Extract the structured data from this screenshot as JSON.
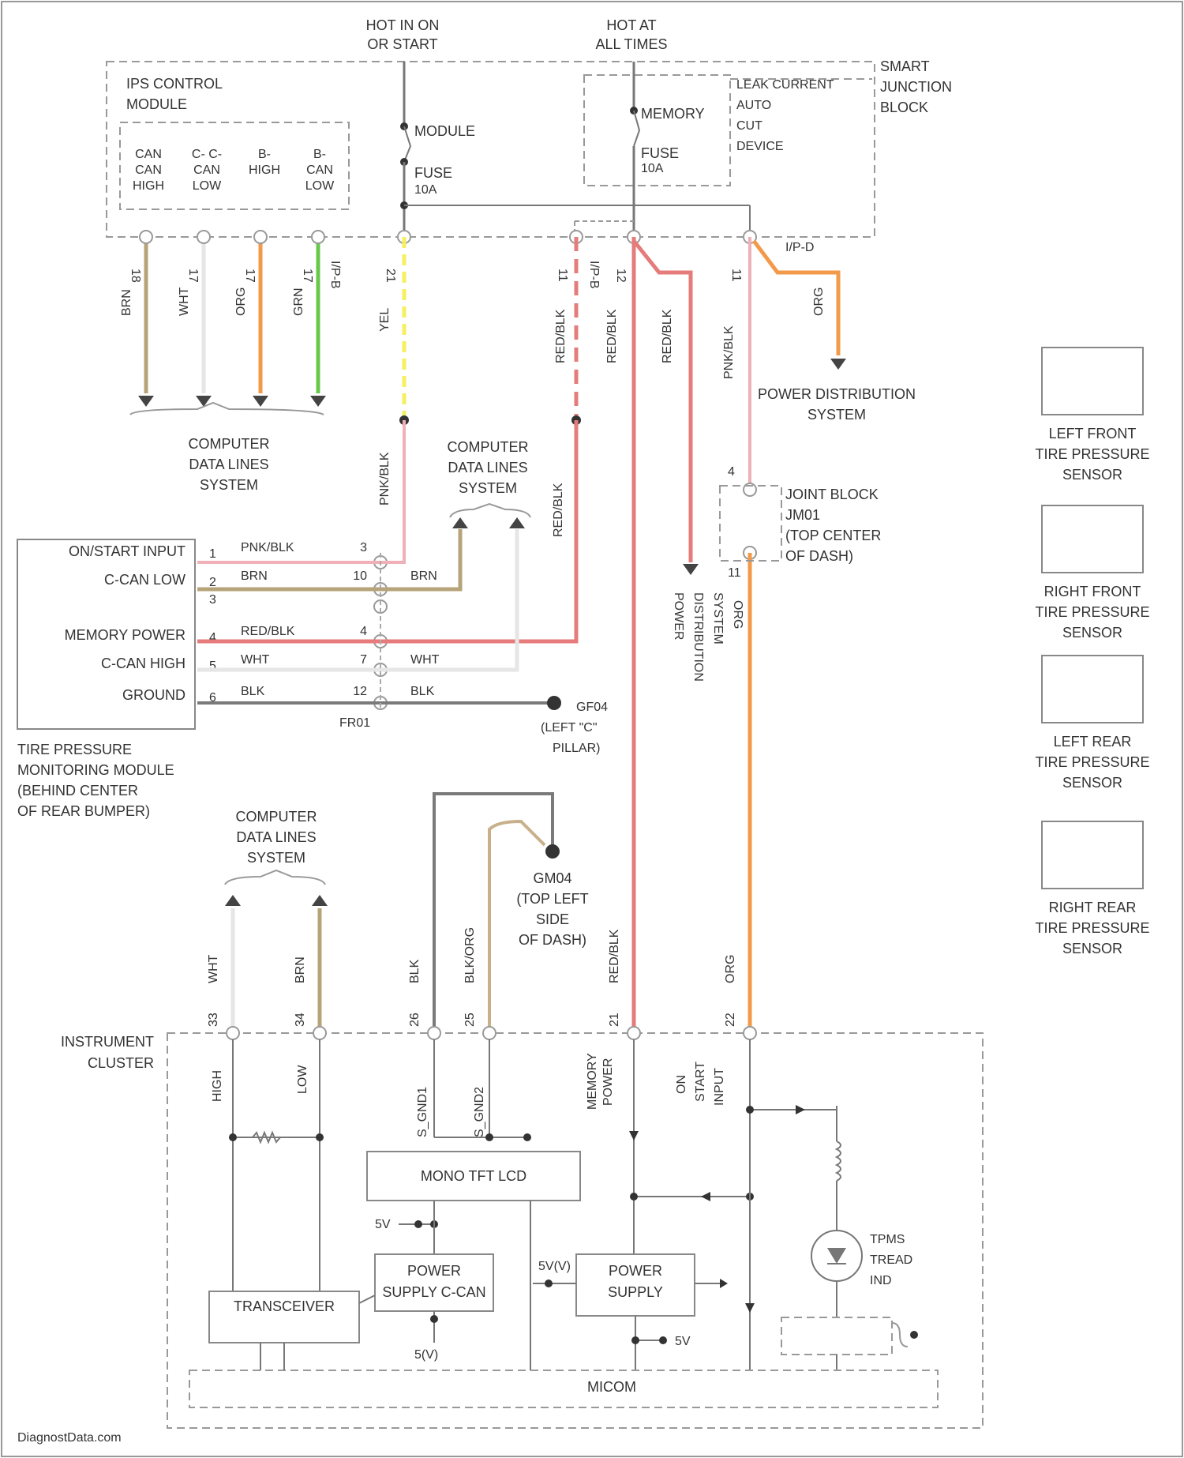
{
  "colors": {
    "BRN": "#b7a37a",
    "WHT": "#e6e6e6",
    "ORG": "#f39a4a",
    "GRN": "#66c94c",
    "YEL": "#f4f060",
    "RED_BLK": "#e57b7b",
    "PNK_BLK": "#efb0b8",
    "BLK": "#7a7a7a",
    "BLK_ORG": "#c7b08a",
    "PRINT": "#444444"
  },
  "header": {
    "hot_on_start_l1": "HOT IN ON",
    "hot_on_start_l2": "OR START",
    "hot_all_l1": "HOT AT",
    "hot_all_l2": "ALL TIMES"
  },
  "ips": {
    "title_l1": "IPS CONTROL",
    "title_l2": "MODULE",
    "col1_l1": "CAN",
    "col1_l2": "CAN",
    "col1_l3": "HIGH",
    "col2_l1": "C- C-",
    "col2_l2": "CAN",
    "col2_l3": "LOW",
    "col3_l1": "B-",
    "col3_l2": "HIGH",
    "col4_l1": "B-",
    "col4_l2": "CAN",
    "col4_l3": "LOW",
    "module_label": "MODULE",
    "fuse_l1": "FUSE",
    "fuse_l2": "10A"
  },
  "sjb": {
    "title_l1": "SMART",
    "title_l2": "JUNCTION",
    "title_l3": "BLOCK",
    "memory": "MEMORY",
    "fuse_l1": "FUSE",
    "fuse_l2": "10A",
    "leak_l1": "LEAK CURRENT",
    "leak_l2": "AUTO",
    "leak_l3": "CUT",
    "leak_l4": "DEVICE",
    "connector": "I/P-D"
  },
  "wires_top": {
    "w1": "BRN",
    "w2": "WHT",
    "w3": "ORG",
    "w4": "GRN",
    "w5": "YEL",
    "w6": "RED/BLK",
    "w7": "RED/BLK",
    "w8": "RED/BLK",
    "w9": "PNK/BLK",
    "w10": "ORG",
    "pin1": "18",
    "pin2": "17",
    "pin3": "17",
    "pin4": "17",
    "pin5": "21",
    "pin6": "11",
    "pin7": "12",
    "pin8": "11",
    "conn1": "I/P-B",
    "conn2": "I/P-B"
  },
  "cdl_top": {
    "l1": "COMPUTER",
    "l2": "DATA LINES",
    "l3": "SYSTEM"
  },
  "pds_top": {
    "l1": "POWER DISTRIBUTION",
    "l2": "SYSTEM"
  },
  "cdl_mid": {
    "l1": "COMPUTER",
    "l2": "DATA LINES",
    "l3": "SYSTEM"
  },
  "mid_wires": {
    "pnk": "PNK/BLK",
    "red": "RED/BLK"
  },
  "joint_block": {
    "l1": "JOINT BLOCK",
    "l2": "JM01",
    "l3": "(TOP CENTER",
    "l4": "OF DASH)",
    "pin_a": "4",
    "pin_b": "11",
    "wire": "ORG"
  },
  "pds_vert": {
    "l1": "POWER",
    "l2": "DISTRIBUTION",
    "l3": "SYSTEM",
    "wire": "ORG"
  },
  "tpms": {
    "rows": [
      {
        "pin": "1",
        "name": "ON/START INPUT",
        "wire": "PNK/BLK",
        "cpin": "3"
      },
      {
        "pin": "2",
        "name": "C-CAN LOW",
        "wire": "BRN",
        "cpin": "10",
        "wire2": "BRN"
      },
      {
        "pin": "3",
        "name": "",
        "wire": "",
        "cpin": ""
      },
      {
        "pin": "4",
        "name": "MEMORY POWER",
        "wire": "RED/BLK",
        "cpin": "4"
      },
      {
        "pin": "5",
        "name": "C-CAN HIGH",
        "wire": "WHT",
        "cpin": "7",
        "wire2": "WHT"
      },
      {
        "pin": "6",
        "name": "GROUND",
        "wire": "BLK",
        "cpin": "12",
        "wire2": "BLK"
      }
    ],
    "connector": "FR01",
    "ground_label_l1": "GF04",
    "ground_label_l2": "(LEFT \"C\"",
    "ground_label_l3": "PILLAR)",
    "caption_l1": "TIRE PRESSURE",
    "caption_l2": "MONITORING MODULE",
    "caption_l3": "(BEHIND CENTER",
    "caption_l4": "OF REAR BUMPER)"
  },
  "sensors": [
    {
      "l1": "LEFT FRONT",
      "l2": "TIRE PRESSURE",
      "l3": "SENSOR"
    },
    {
      "l1": "RIGHT FRONT",
      "l2": "TIRE PRESSURE",
      "l3": "SENSOR"
    },
    {
      "l1": "LEFT REAR",
      "l2": "TIRE PRESSURE",
      "l3": "SENSOR"
    },
    {
      "l1": "RIGHT REAR",
      "l2": "TIRE PRESSURE",
      "l3": "SENSOR"
    }
  ],
  "cdl_low": {
    "l1": "COMPUTER",
    "l2": "DATA LINES",
    "l3": "SYSTEM"
  },
  "gm04": {
    "l1": "GM04",
    "l2": "(TOP LEFT",
    "l3": "SIDE",
    "l4": "OF DASH)"
  },
  "cluster_wires": {
    "wht": "WHT",
    "brn": "BRN",
    "blk": "BLK",
    "blkorg": "BLK/ORG",
    "redblk": "RED/BLK",
    "org": "ORG",
    "pin_wht": "33",
    "pin_brn": "34",
    "pin_blk": "26",
    "pin_blkorg": "25",
    "pin_red": "21",
    "pin_org": "22"
  },
  "cluster": {
    "title_l1": "INSTRUMENT",
    "title_l2": "CLUSTER",
    "high": "HIGH",
    "low": "LOW",
    "sgnd1": "S_GND1",
    "sgnd2": "S_GND2",
    "mem_l1": "MEMORY",
    "mem_l2": "POWER",
    "on_l1": "ON",
    "on_l2": "START",
    "on_l3": "INPUT",
    "lcd": "MONO TFT LCD",
    "v5a": "5V",
    "ps_ccan_l1": "POWER",
    "ps_ccan_l2": "SUPPLY C-CAN",
    "v5b": "5V(V)",
    "ps_l1": "POWER",
    "ps_l2": "SUPPLY",
    "transceiver": "TRANSCEIVER",
    "v5c": "5(V)",
    "v5d": "5V",
    "tpms_ind_l1": "TPMS",
    "tpms_ind_l2": "TREAD",
    "tpms_ind_l3": "IND",
    "micom": "MICOM"
  },
  "watermark": "DiagnostData.com"
}
